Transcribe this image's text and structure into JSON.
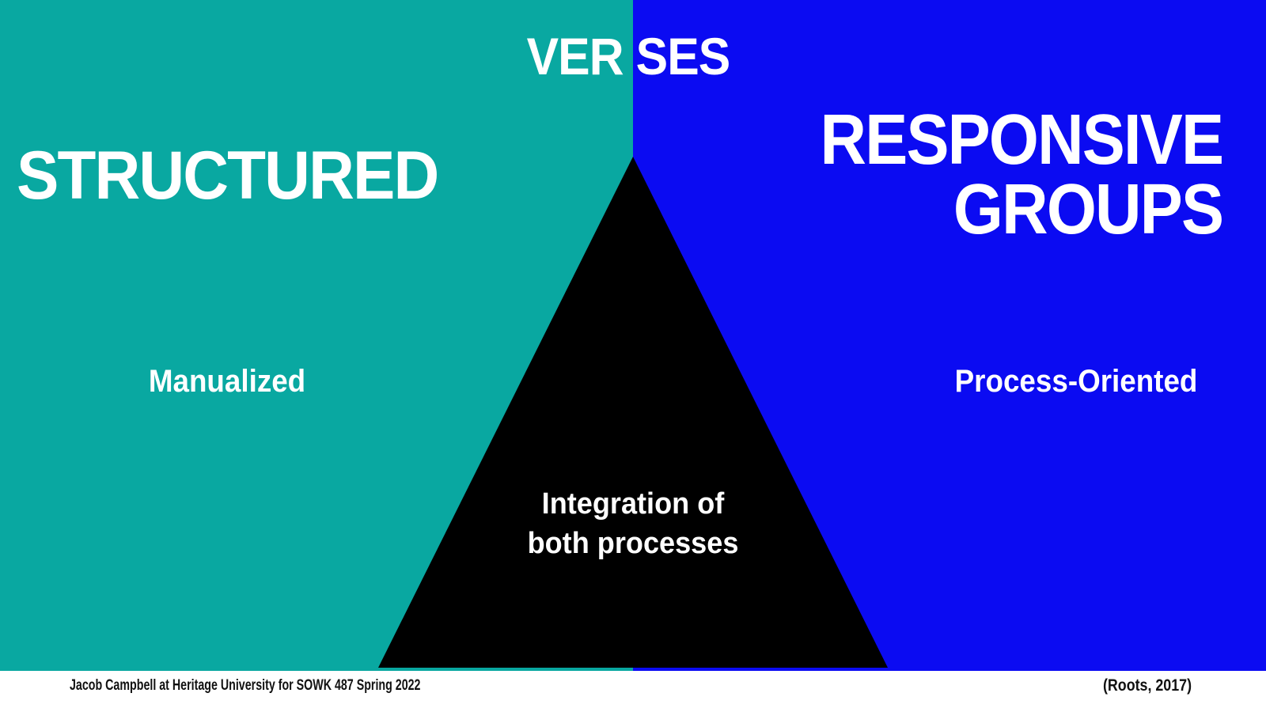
{
  "slide": {
    "versus_label": "VER SES",
    "left_panel": {
      "title": "STRUCTURED",
      "subtitle": "Manualized",
      "background_color": "#09A8A1",
      "text_color": "#FFFFFF"
    },
    "right_panel": {
      "title": "RESPONSIVE\nGROUPS",
      "subtitle": "Process-Oriented",
      "background_color": "#0B0BF2",
      "text_color": "#FFFFFF"
    },
    "integration_triangle": {
      "label": "Integration of\nboth processes",
      "background_color": "#000000",
      "text_color": "#FFFFFF"
    },
    "footer": {
      "credit": "Jacob Campbell at Heritage University for SOWK 487 Spring 2022",
      "citation": "(Roots, 2017)",
      "background_color": "#FFFFFF",
      "text_color": "#111111"
    }
  }
}
